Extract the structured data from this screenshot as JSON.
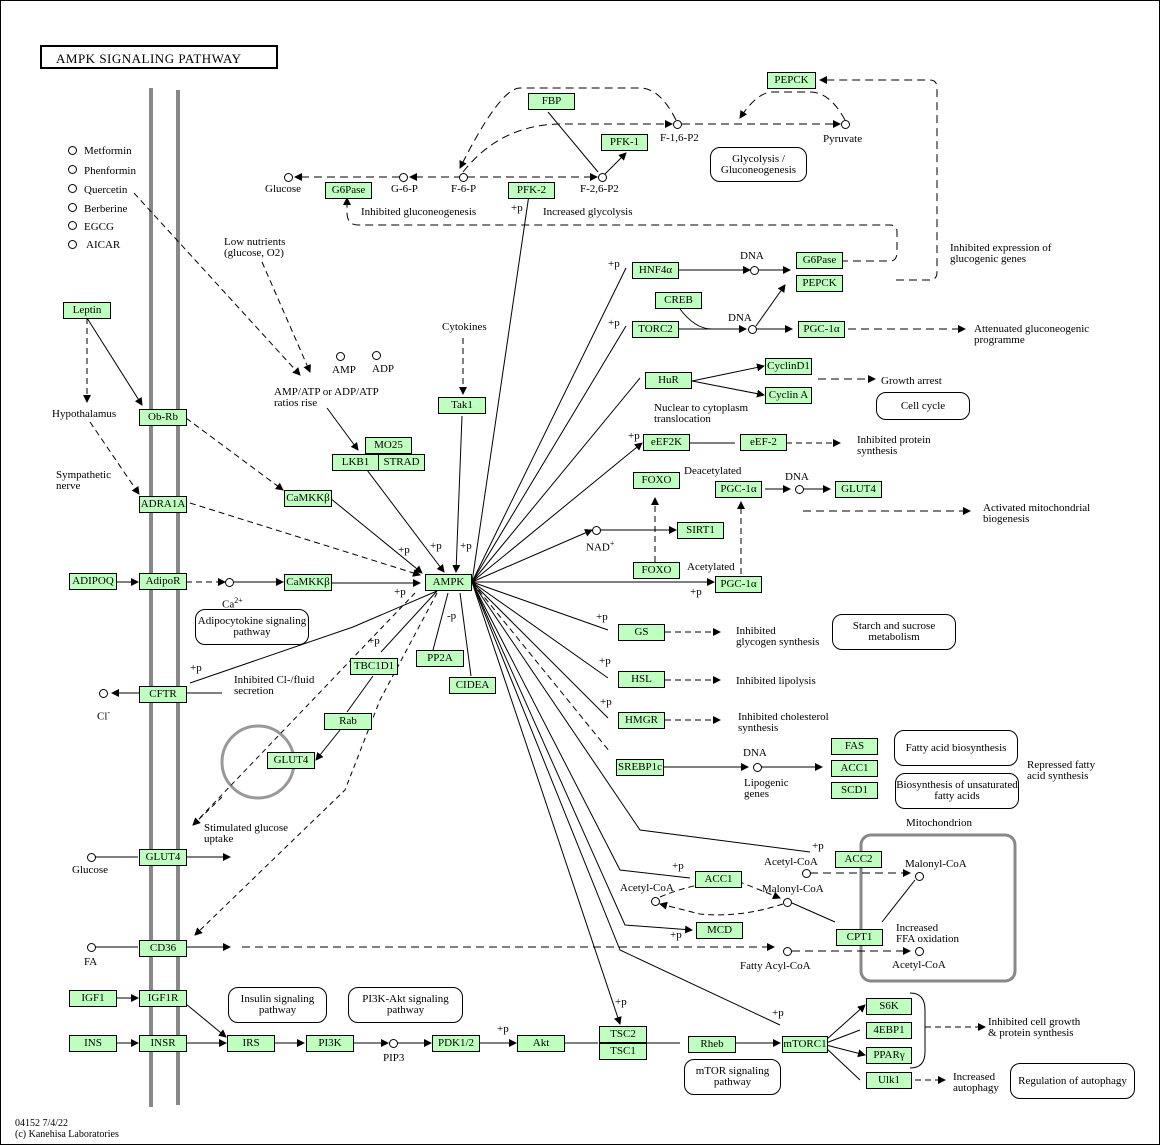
{
  "title": "AMPK SIGNALING PATHWAY",
  "footer": {
    "line1": "04152 7/4/22",
    "line2": "(c) Kanehisa Laboratories"
  },
  "colors": {
    "gene_fill": "#bfffbf",
    "membrane": "#888888",
    "line": "#000000"
  },
  "drugs": [
    "Metformin",
    "Phenformin",
    "Quercetin",
    "Berberine",
    "EGCG",
    "AICAR"
  ],
  "genes": {
    "pepck_top": "PEPCK",
    "fbp": "FBP",
    "pfk1": "PFK-1",
    "pfk2": "PFK-2",
    "g6pase_top": "G6Pase",
    "leptin": "Leptin",
    "obrb": "Ob-Rb",
    "adra1a": "ADRA1A",
    "adipoq": "ADIPOQ",
    "adipor": "AdipoR",
    "camkkb1": "CaMKKβ",
    "camkkb2": "CaMKKβ",
    "mo25": "MO25",
    "lkb1": "LKB1",
    "strad": "STRAD",
    "tak1": "Tak1",
    "ampk": "AMPK",
    "pp2a": "PP2A",
    "cidea": "CIDEA",
    "tbc1d1": "TBC1D1",
    "rab": "Rab",
    "glut4_vesicle": "GLUT4",
    "cftr": "CFTR",
    "glut4_membrane": "GLUT4",
    "cd36": "CD36",
    "igf1": "IGF1",
    "igf1r": "IGF1R",
    "ins": "INS",
    "insr": "INSR",
    "irs": "IRS",
    "pi3k": "PI3K",
    "pdk12": "PDK1/2",
    "akt": "Akt",
    "tsc2": "TSC2",
    "tsc1": "TSC1",
    "rheb": "Rheb",
    "mtorc1": "mTORC1",
    "s6k": "S6K",
    "4ebp1": "4EBP1",
    "ppary": "PPARγ",
    "ulk1": "Ulk1",
    "hnf4a": "HNF4α",
    "creb": "CREB",
    "torc2": "TORC2",
    "g6pase_right": "G6Pase",
    "pepck_right": "PEPCK",
    "pgc1a_top": "PGC-1α",
    "hur": "HuR",
    "cyclind1": "CyclinD1",
    "cyclina": "Cyclin A",
    "eef2k": "eEF2K",
    "eef2": "eEF-2",
    "foxo_top": "FOXO",
    "foxo_bottom": "FOXO",
    "sirt1": "SIRT1",
    "pgc1a_mid": "PGC-1α",
    "pgc1a_bottom": "PGC-1α",
    "glut4_right": "GLUT4",
    "gs": "GS",
    "hsl": "HSL",
    "hmgr": "HMGR",
    "srebp1c": "SREBP1c",
    "fas": "FAS",
    "acc1_right": "ACC1",
    "scd1": "SCD1",
    "acc2": "ACC2",
    "acc1_mid": "ACC1",
    "mcd": "MCD",
    "cpt1": "CPT1"
  },
  "compounds": {
    "glucose_top": "Glucose",
    "g6p": "G-6-P",
    "f6p": "F-6-P",
    "f26p2": "F-2,6-P2",
    "f16p2": "F-1,6-P2",
    "pyruvate": "Pyruvate",
    "amp": "AMP",
    "adp": "ADP",
    "ca": "Ca",
    "ca_sup": "2+",
    "nad": "NAD",
    "nad_sup": "+",
    "cl": "Cl",
    "cl_sup": "-",
    "glucose_mem": "Glucose",
    "fa": "FA",
    "pip3": "PIP3",
    "acetylcoa_mid": "Acetyl-CoA",
    "malonylcoa_mid": "Malonyl-CoA",
    "acetylcoa_top": "Acetyl-CoA",
    "malonylcoa_mito": "Malonyl-CoA",
    "fattyacylcoa": "Fatty Acyl-CoA",
    "acetylcoa_mito": "Acetyl-CoA"
  },
  "labels": {
    "low_nutrients": "Low nutrients",
    "low_nutrients2": "(glucose, O2)",
    "ratio1": "AMP/ATP or ADP/ATP",
    "ratio2": "ratios rise",
    "cytokines": "Cytokines",
    "hypothalamus": "Hypothalamus",
    "symp1": "Sympathetic",
    "symp2": "nerve",
    "inh_glu": "Inhibited gluconeogenesis",
    "inc_gly": "Increased glycolysis",
    "inh_expr1": "Inhibited expression of",
    "inh_expr2": "glucogenic genes",
    "dna1": "DNA",
    "dna2": "DNA",
    "dna3": "DNA",
    "dna4": "DNA",
    "atten1": "Attenuated gluconeogenic",
    "atten2": "programme",
    "growth_arrest": "Growth arrest",
    "nuc1": "Nuclear to cytoplasm",
    "nuc2": "translocation",
    "inh_prot1": "Inhibited protein",
    "inh_prot2": "synthesis",
    "deacetylated": "Deacetylated",
    "acetylated": "Acetylated",
    "act_mito1": "Activated mitochondrial",
    "act_mito2": "biogenesis",
    "inh_glyc1": "Inhibited",
    "inh_glyc2": "glycogen synthesis",
    "inh_lipo": "Inhibited lipolysis",
    "inh_chol1": "Inhibited cholesterol",
    "inh_chol2": "synthesis",
    "lipo1": "Lipogenic",
    "lipo2": "genes",
    "rep1": "Repressed fatty",
    "rep2": "acid synthesis",
    "mito": "Mitochondrion",
    "ffa1": "Increased",
    "ffa2": "FFA oxidation",
    "inh_cl1": "Inhibited Cl-/fluid",
    "inh_cl2": "secretion",
    "stim1": "Stimulated glucose",
    "stim2": "uptake",
    "inh_cg1": "Inhibited cell growth",
    "inh_cg2": "& protein synthesis",
    "inc_auto1": "Increased",
    "inc_auto2": "autophagy",
    "plus_p": "+p",
    "minus_p": "-p"
  },
  "maps": {
    "glycolysis": "Glycolysis / Gluconeogenesis",
    "cell_cycle": "Cell cycle",
    "starch": "Starch and sucrose metabolism",
    "fab": "Fatty acid biosynthesis",
    "unsat": "Biosynthesis of unsaturated fatty acids",
    "adipo": "Adipocytokine signaling pathway",
    "insulin": "Insulin signaling pathway",
    "pi3k": "PI3K-Akt signaling pathway",
    "mtor": "mTOR signaling pathway",
    "autophagy": "Regulation of autophagy"
  }
}
